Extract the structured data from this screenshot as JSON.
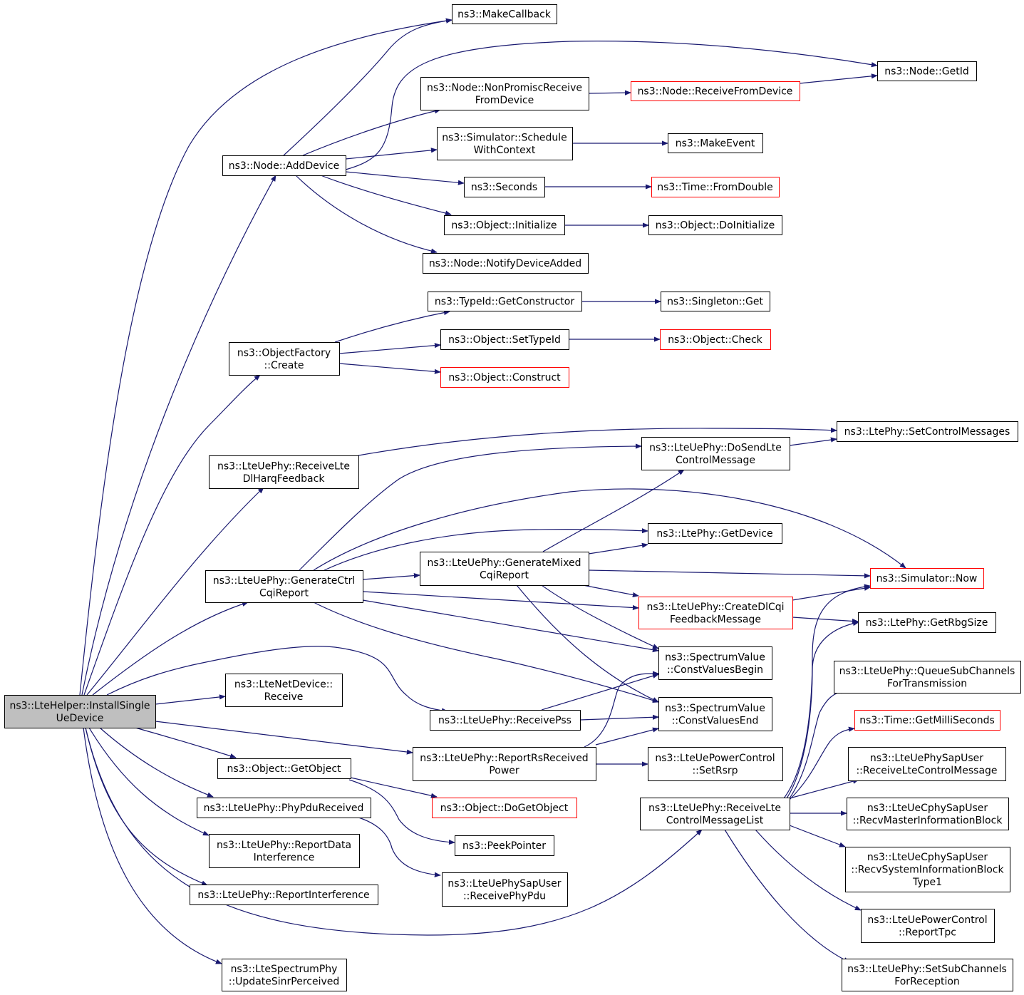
{
  "colors": {
    "edge": "#191970",
    "node_border": "#000000",
    "external_border": "#ff0000",
    "root_fill": "#bfbfbf"
  },
  "nodes": [
    {
      "id": "root",
      "lines": [
        "ns3::LteHelper::InstallSingle",
        "UeDevice"
      ],
      "style": "root"
    },
    {
      "id": "makecallback",
      "lines": [
        "ns3::MakeCallback"
      ],
      "style": "normal"
    },
    {
      "id": "node_getid",
      "lines": [
        "ns3::Node::GetId"
      ],
      "style": "normal"
    },
    {
      "id": "nonpromisc",
      "lines": [
        "ns3::Node::NonPromiscReceive",
        "FromDevice"
      ],
      "style": "normal"
    },
    {
      "id": "receivefromdevice",
      "lines": [
        "ns3::Node::ReceiveFromDevice"
      ],
      "style": "external"
    },
    {
      "id": "schedulewithcontext",
      "lines": [
        "ns3::Simulator::Schedule",
        "WithContext"
      ],
      "style": "normal"
    },
    {
      "id": "makeevent",
      "lines": [
        "ns3::MakeEvent"
      ],
      "style": "normal"
    },
    {
      "id": "adddevice",
      "lines": [
        "ns3::Node::AddDevice"
      ],
      "style": "normal"
    },
    {
      "id": "seconds",
      "lines": [
        "ns3::Seconds"
      ],
      "style": "normal"
    },
    {
      "id": "fromdouble",
      "lines": [
        "ns3::Time::FromDouble"
      ],
      "style": "external"
    },
    {
      "id": "initialize",
      "lines": [
        "ns3::Object::Initialize"
      ],
      "style": "normal"
    },
    {
      "id": "doinitialize",
      "lines": [
        "ns3::Object::DoInitialize"
      ],
      "style": "normal"
    },
    {
      "id": "notifydeviceadded",
      "lines": [
        "ns3::Node::NotifyDeviceAdded"
      ],
      "style": "normal"
    },
    {
      "id": "getconstructor",
      "lines": [
        "ns3::TypeId::GetConstructor"
      ],
      "style": "normal"
    },
    {
      "id": "singleton_get",
      "lines": [
        "ns3::Singleton::Get"
      ],
      "style": "normal"
    },
    {
      "id": "factory_create",
      "lines": [
        "ns3::ObjectFactory",
        "::Create"
      ],
      "style": "normal"
    },
    {
      "id": "settypeid",
      "lines": [
        "ns3::Object::SetTypeId"
      ],
      "style": "normal"
    },
    {
      "id": "object_check",
      "lines": [
        "ns3::Object::Check"
      ],
      "style": "external"
    },
    {
      "id": "object_construct",
      "lines": [
        "ns3::Object::Construct"
      ],
      "style": "external"
    },
    {
      "id": "setcontrolmessages",
      "lines": [
        "ns3::LtePhy::SetControlMessages"
      ],
      "style": "normal"
    },
    {
      "id": "receiveltedlharq",
      "lines": [
        "ns3::LteUePhy::ReceiveLte",
        "DlHarqFeedback"
      ],
      "style": "normal"
    },
    {
      "id": "dosendlte",
      "lines": [
        "ns3::LteUePhy::DoSendLte",
        "ControlMessage"
      ],
      "style": "normal"
    },
    {
      "id": "ltephy_getdevice",
      "lines": [
        "ns3::LtePhy::GetDevice"
      ],
      "style": "normal"
    },
    {
      "id": "generatectrl",
      "lines": [
        "ns3::LteUePhy::GenerateCtrl",
        "CqiReport"
      ],
      "style": "normal"
    },
    {
      "id": "generatemixed",
      "lines": [
        "ns3::LteUePhy::GenerateMixed",
        "CqiReport"
      ],
      "style": "normal"
    },
    {
      "id": "simulator_now",
      "lines": [
        "ns3::Simulator::Now"
      ],
      "style": "external"
    },
    {
      "id": "createdlcqi",
      "lines": [
        "ns3::LteUePhy::CreateDlCqi",
        "FeedbackMessage"
      ],
      "style": "external"
    },
    {
      "id": "getrbgsize",
      "lines": [
        "ns3::LtePhy::GetRbgSize"
      ],
      "style": "normal"
    },
    {
      "id": "constvaluesbegin",
      "lines": [
        "ns3::SpectrumValue",
        "::ConstValuesBegin"
      ],
      "style": "normal"
    },
    {
      "id": "queuesubchannels",
      "lines": [
        "ns3::LteUePhy::QueueSubChannels",
        "ForTransmission"
      ],
      "style": "normal"
    },
    {
      "id": "ltenetdevice_receive",
      "lines": [
        "ns3::LteNetDevice::",
        "Receive"
      ],
      "style": "normal"
    },
    {
      "id": "constvaluesend",
      "lines": [
        "ns3::SpectrumValue",
        "::ConstValuesEnd"
      ],
      "style": "normal"
    },
    {
      "id": "receivepss",
      "lines": [
        "ns3::LteUePhy::ReceivePss"
      ],
      "style": "normal"
    },
    {
      "id": "getmilliseconds",
      "lines": [
        "ns3::Time::GetMilliSeconds"
      ],
      "style": "external"
    },
    {
      "id": "reportrsreceived",
      "lines": [
        "ns3::LteUePhy::ReportRsReceived",
        "Power"
      ],
      "style": "normal"
    },
    {
      "id": "setrsrp",
      "lines": [
        "ns3::LteUePowerControl",
        "::SetRsrp"
      ],
      "style": "normal"
    },
    {
      "id": "receiveltecontrolmessage",
      "lines": [
        "ns3::LteUePhySapUser",
        "::ReceiveLteControlMessage"
      ],
      "style": "normal"
    },
    {
      "id": "getobject",
      "lines": [
        "ns3::Object::GetObject"
      ],
      "style": "normal"
    },
    {
      "id": "phypdureceived",
      "lines": [
        "ns3::LteUePhy::PhyPduReceived"
      ],
      "style": "normal"
    },
    {
      "id": "dogetobject",
      "lines": [
        "ns3::Object::DoGetObject"
      ],
      "style": "external"
    },
    {
      "id": "receiveltecontrolmessagelist",
      "lines": [
        "ns3::LteUePhy::ReceiveLte",
        "ControlMessageList"
      ],
      "style": "normal"
    },
    {
      "id": "recvmib",
      "lines": [
        "ns3::LteUeCphySapUser",
        "::RecvMasterInformationBlock"
      ],
      "style": "normal"
    },
    {
      "id": "peekpointer",
      "lines": [
        "ns3::PeekPointer"
      ],
      "style": "normal"
    },
    {
      "id": "reportdatainterference",
      "lines": [
        "ns3::LteUePhy::ReportData",
        "Interference"
      ],
      "style": "normal"
    },
    {
      "id": "recvsib1",
      "lines": [
        "ns3::LteUeCphySapUser",
        "::RecvSystemInformationBlock",
        "Type1"
      ],
      "style": "normal"
    },
    {
      "id": "receivephypdu",
      "lines": [
        "ns3::LteUePhySapUser",
        "::ReceivePhyPdu"
      ],
      "style": "normal"
    },
    {
      "id": "reportinterference",
      "lines": [
        "ns3::LteUePhy::ReportInterference"
      ],
      "style": "normal"
    },
    {
      "id": "reporttpc",
      "lines": [
        "ns3::LteUePowerControl",
        "::ReportTpc"
      ],
      "style": "normal"
    },
    {
      "id": "updatesinr",
      "lines": [
        "ns3::LteSpectrumPhy",
        "::UpdateSinrPerceived"
      ],
      "style": "normal"
    },
    {
      "id": "setsubchannels",
      "lines": [
        "ns3::LteUePhy::SetSubChannels",
        "ForReception"
      ],
      "style": "normal"
    }
  ]
}
